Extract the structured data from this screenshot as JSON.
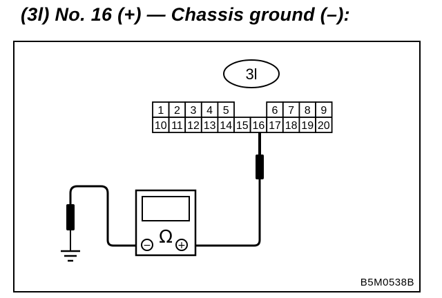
{
  "title": "(3l) No. 16 (+) — Chassis ground (–):",
  "connector_label": "3l",
  "pins_top": [
    "1",
    "2",
    "3",
    "4",
    "5",
    "",
    "6",
    "7",
    "8",
    "9"
  ],
  "pins_bottom": [
    "10",
    "11",
    "12",
    "13",
    "14",
    "15",
    "16",
    "17",
    "18",
    "19",
    "20"
  ],
  "meter": {
    "symbol": "Ω",
    "negative": "−",
    "positive": "+"
  },
  "figure_code": "B5M0538B"
}
